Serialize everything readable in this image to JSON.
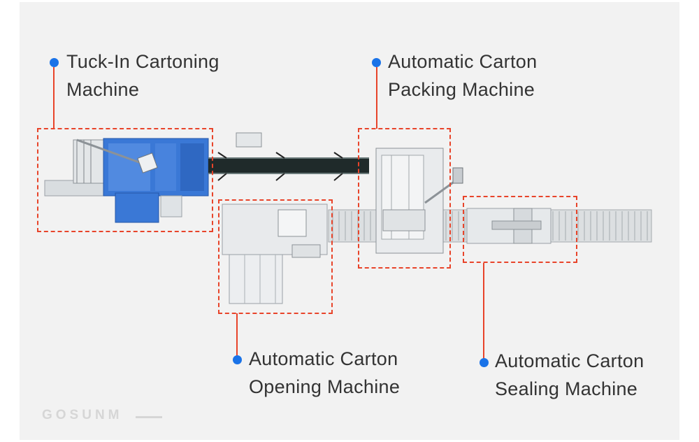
{
  "labels": {
    "tuck_in": {
      "line1": "Tuck-In Cartoning",
      "line2": "Machine"
    },
    "packing": {
      "line1": "Automatic Carton",
      "line2": "Packing Machine"
    },
    "opening": {
      "line1": "Automatic Carton",
      "line2": "Opening Machine"
    },
    "sealing": {
      "line1": "Automatic Carton",
      "line2": "Sealing Machine"
    }
  },
  "brand": "GOSUNM",
  "colors": {
    "accent_dot": "#1a73e8",
    "leader_line": "#e8442a",
    "panel_bg": "#f2f2f2",
    "machine_blue": "#2f6fd0",
    "conveyor_dark": "#1f2a2a"
  }
}
